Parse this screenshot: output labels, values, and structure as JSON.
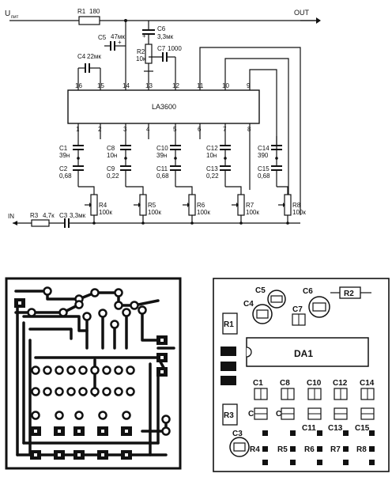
{
  "schematic": {
    "supply_label": "U",
    "supply_subscript": "пит",
    "out_label": "OUT",
    "in_label": "IN",
    "ic_label": "LA3600",
    "ic_top_pins": [
      "16",
      "15",
      "14",
      "13",
      "12",
      "11",
      "10",
      "9"
    ],
    "ic_bottom_pins": [
      "1",
      "2",
      "3",
      "4",
      "5",
      "6",
      "7",
      "8"
    ],
    "r1": {
      "ref": "R1",
      "value": "180"
    },
    "r2": {
      "ref": "R2",
      "value": "10к"
    },
    "r3": {
      "ref": "R3",
      "value": "4,7к"
    },
    "c3": {
      "ref": "C3",
      "value": "3,3мк"
    },
    "c4": {
      "ref": "C4",
      "value": "22мк"
    },
    "c5": {
      "ref": "C5",
      "value": "47мк"
    },
    "c6": {
      "ref": "C6",
      "value": "3,3мк"
    },
    "c7": {
      "ref": "C7",
      "value": "1000"
    },
    "top_caps": [
      {
        "ref": "C1",
        "value": "39н"
      },
      {
        "ref": "C8",
        "value": "10н"
      },
      {
        "ref": "C10",
        "value": "39н"
      },
      {
        "ref": "C12",
        "value": "10н"
      },
      {
        "ref": "C14",
        "value": "390"
      }
    ],
    "bottom_caps": [
      {
        "ref": "C2",
        "value": "0,68"
      },
      {
        "ref": "C9",
        "value": "0,22"
      },
      {
        "ref": "C11",
        "value": "0,68"
      },
      {
        "ref": "C13",
        "value": "0,22"
      },
      {
        "ref": "C15",
        "value": "0,68"
      }
    ],
    "pots": [
      {
        "ref": "R4",
        "value": "100к"
      },
      {
        "ref": "R5",
        "value": "100к"
      },
      {
        "ref": "R6",
        "value": "100к"
      },
      {
        "ref": "R7",
        "value": "100к"
      },
      {
        "ref": "R8",
        "value": "100к"
      }
    ],
    "plus_sign": "+"
  },
  "layout_view": {
    "ic_label": "DA1",
    "r1": "R1",
    "r2": "R2",
    "r3": "R3",
    "c3": "C3",
    "c4": "C4",
    "c5": "C5",
    "c6": "C6",
    "c7": "C7",
    "top_caps": [
      "C1",
      "C8",
      "C10",
      "C12",
      "C14"
    ],
    "c2": "C2",
    "c9": "C9",
    "bottom_caps_right": [
      "C11",
      "C13",
      "C15"
    ],
    "pots": [
      "R4",
      "R5",
      "R6",
      "R7",
      "R8"
    ]
  }
}
